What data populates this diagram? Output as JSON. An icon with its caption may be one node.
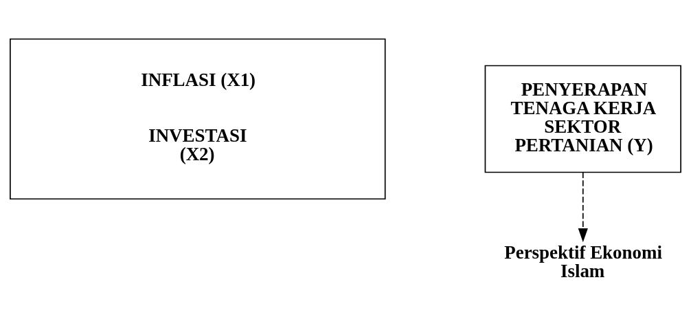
{
  "diagram": {
    "nodes": [
      {
        "text": [
          "INFLASI (X1)",
          "INVESTASI (X2)"
        ]
      },
      {
        "text": [
          "PENYERAPAN TENAGA KERJA SEKTOR PERTANIAN (Y)"
        ]
      },
      {
        "text": [
          "Perspektif Ekonomi Islam"
        ]
      }
    ],
    "edges": [
      {
        "from": 1,
        "to": 2,
        "arrow": "to",
        "style": "dashed"
      }
    ]
  }
}
